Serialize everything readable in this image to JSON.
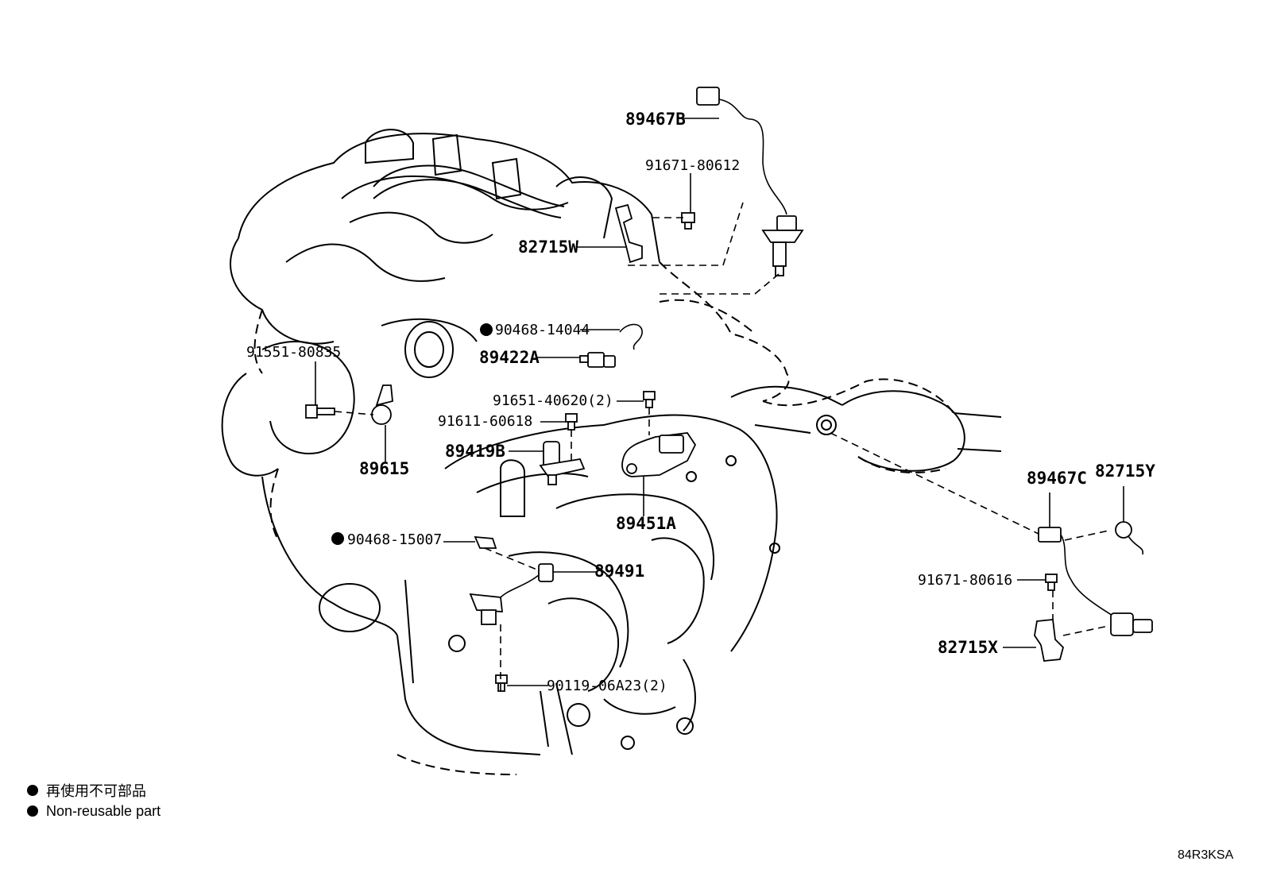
{
  "labels": {
    "p89467B": "89467B",
    "p91671_80612": "91671-80612",
    "p82715W": "82715W",
    "p90468_14044": "90468-14044",
    "p89422A": "89422A",
    "p91551_80835": "91551-80835",
    "p91651_40620": "91651-40620(2)",
    "p91611_60618": "91611-60618",
    "p89419B": "89419B",
    "p89615": "89615",
    "p89451A": "89451A",
    "p90468_15007": "90468-15007",
    "p89491": "89491",
    "p90119_06A23": "90119-06A23(2)",
    "p89467C": "89467C",
    "p82715Y": "82715Y",
    "p91671_80616": "91671-80616",
    "p82715X": "82715X"
  },
  "legend": {
    "japanese": "再使用不可部品",
    "english": "Non-reusable part"
  },
  "illustration_code": "84R3KSA"
}
